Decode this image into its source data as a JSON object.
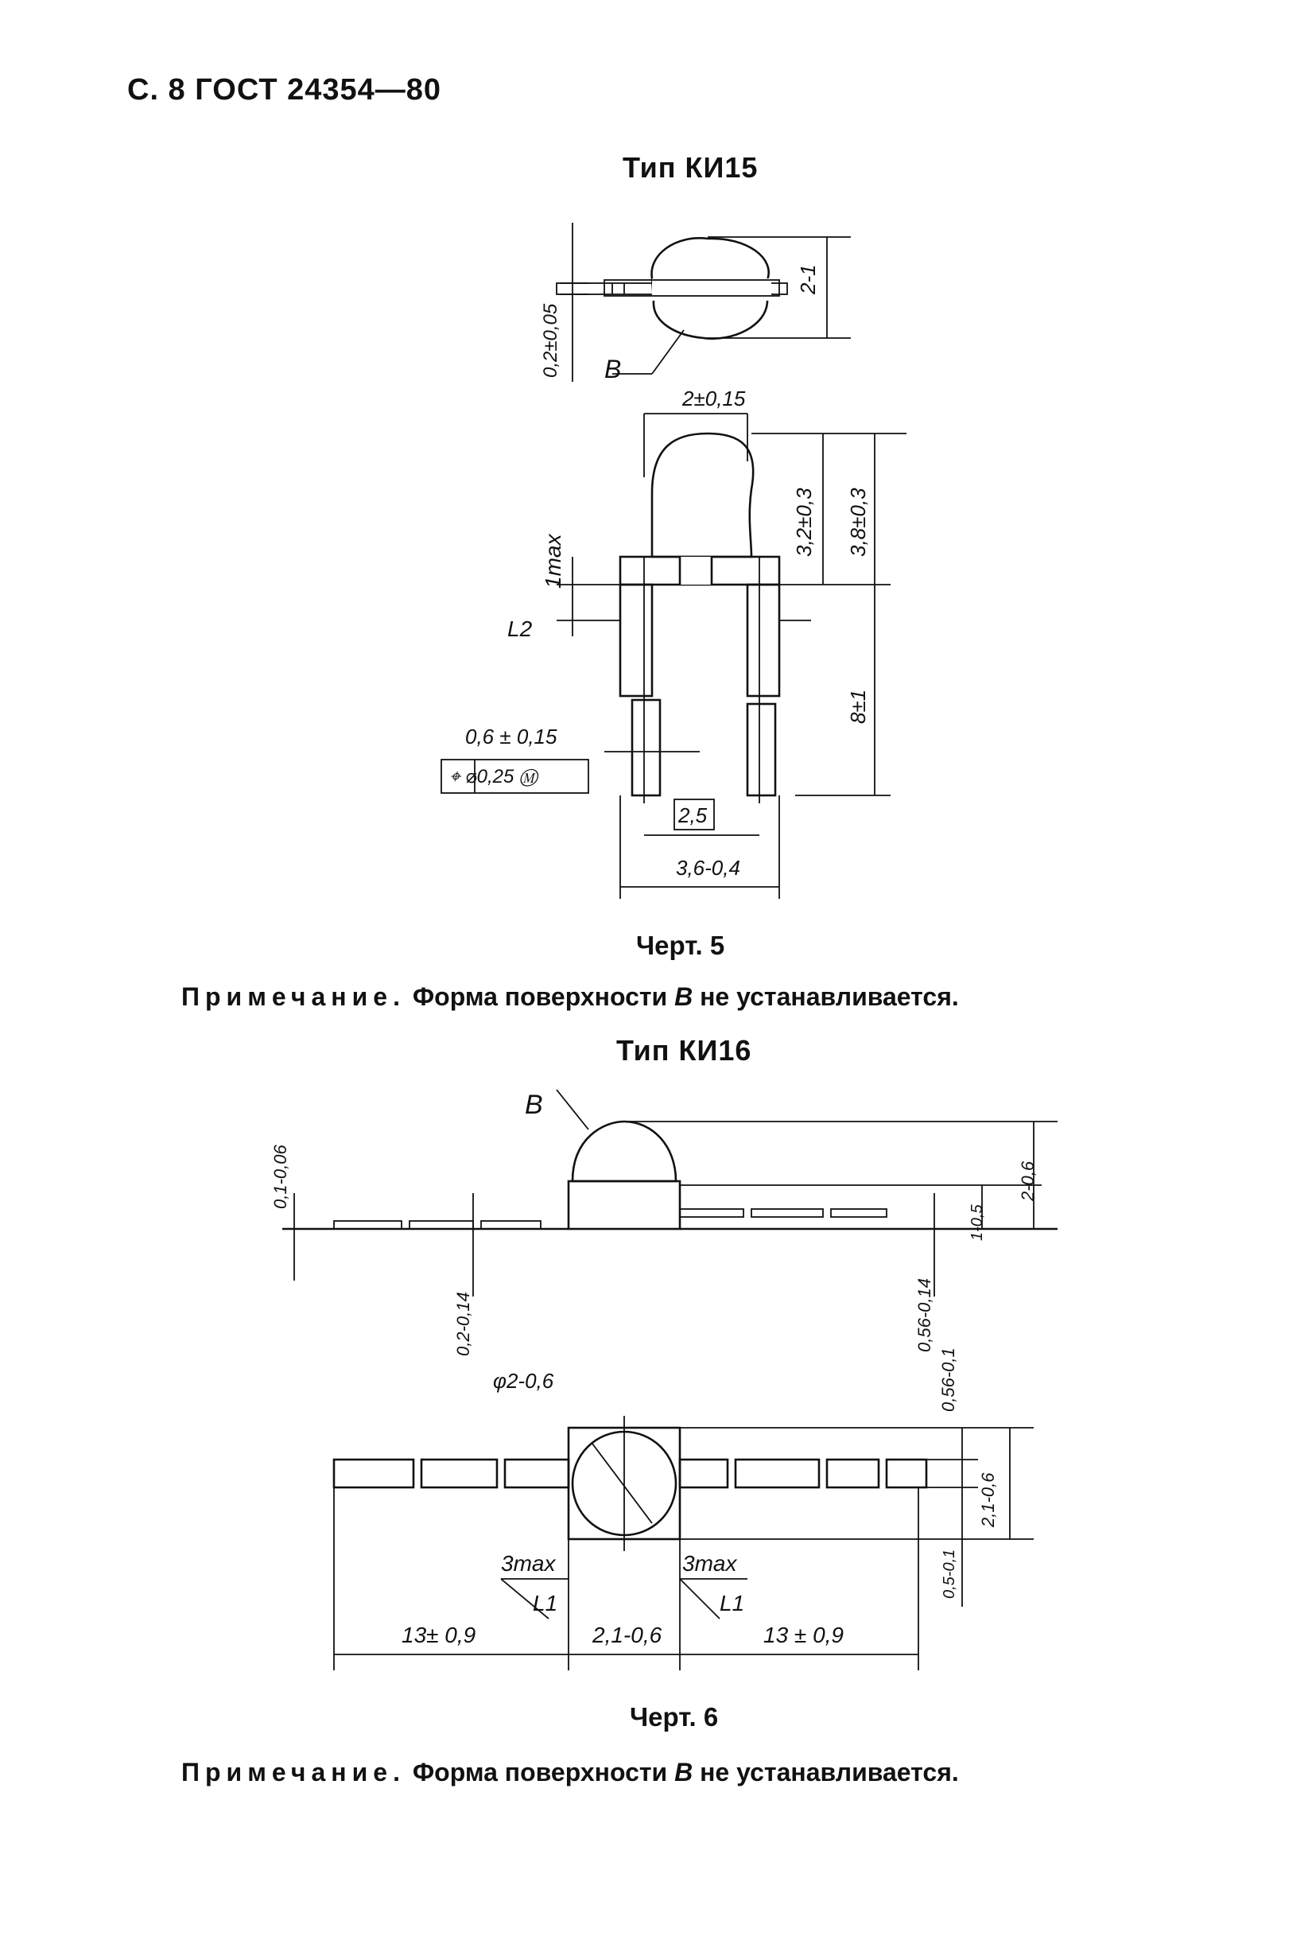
{
  "header": {
    "page": "С. 8 ГОСТ 24354—80"
  },
  "fig5": {
    "title": "Тип КИ15",
    "caption": "Черт. 5",
    "note_prefix": "Примечание.",
    "note_body": "Форма поверхности ",
    "note_var": "B",
    "note_end": " не устанавливается.",
    "labels": {
      "thk": "0,2±0,05",
      "h_top": "2-1",
      "b": "B",
      "w_body": "2±0,15",
      "h_body": "3,2±0,3",
      "h_total": "3,8±0,3",
      "l_max": "1max",
      "l2": "L2",
      "lead_len": "8±1",
      "lead_w": "0,6 ± 0,15",
      "tol_frame": "⌖ ⌀0,25 Ⓜ",
      "pitch": "2,5",
      "span": "3,6-0,4"
    }
  },
  "fig6": {
    "title": "Тип КИ16",
    "caption": "Черт. 6",
    "note_prefix": "Примечание.",
    "note_body": "Форма поверхности ",
    "note_var": "B",
    "note_end": " не устанавливается.",
    "labels": {
      "b": "B",
      "lead_t": "0,1-0,06",
      "lead_gap": "0,2-0,14",
      "height": "2-0,6",
      "base_h": "1-0,5",
      "dim_056a": "0,56-0,14",
      "dim_056b": "0,56-0,1",
      "dia": "φ2-0,6",
      "w_sq": "2,1-0,6",
      "w_sq2": "2,1-0,6",
      "dim_05": "0,5-0,1",
      "max_l": "3max",
      "max_r": "3max",
      "l1_l": "L1",
      "l1_r": "L1",
      "len_l": "13± 0,9",
      "len_mid": "2,1-0,6",
      "len_r": "13 ± 0,9"
    }
  }
}
